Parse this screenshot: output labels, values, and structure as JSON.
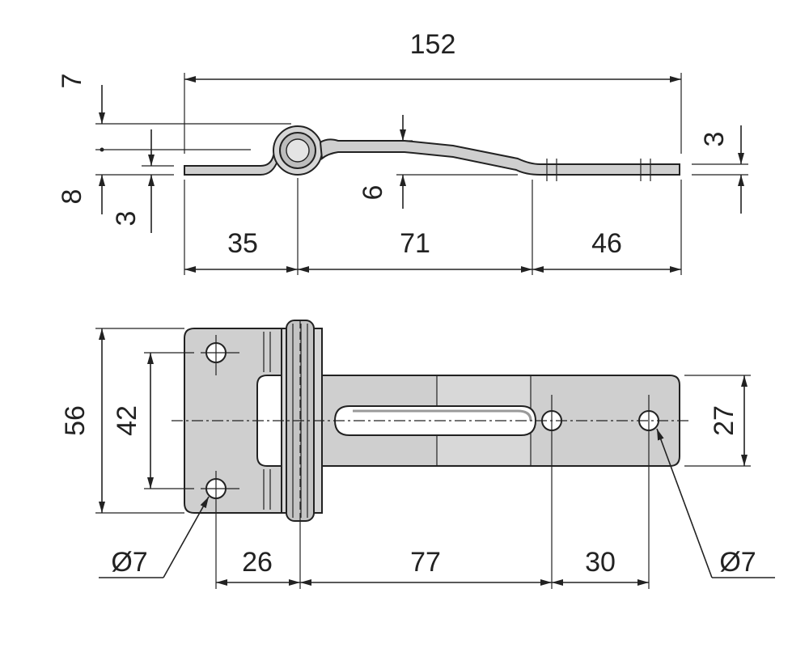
{
  "colors": {
    "line": "#222222",
    "part_fill": "#cfcfcf",
    "part_fill_light": "#dedede",
    "background": "#ffffff"
  },
  "top_view": {
    "overall_length": "152",
    "dim_7": "7",
    "dim_8": "8",
    "dim_3_left": "3",
    "dim_6": "6",
    "dim_3_right": "3",
    "dim_35": "35",
    "dim_71": "71",
    "dim_46": "46"
  },
  "plan_view": {
    "height_56": "56",
    "hole_spacing_42": "42",
    "strap_width_27": "27",
    "dim_26": "26",
    "dim_77": "77",
    "dim_30": "30",
    "hole_left_label": "Ø7",
    "hole_right_label": "Ø7"
  }
}
